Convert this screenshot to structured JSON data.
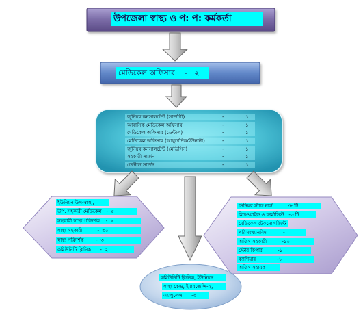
{
  "title_box": {
    "text": "উপজেলা স্বাস্থ্য ও প: প: কর্মকর্তা"
  },
  "medical_officer_box": {
    "text": "মেডিকেল অফিসার    -   ২"
  },
  "staff_box": {
    "rows": [
      {
        "label": "জুনিয়র কনসালটেন্ট (সার্জারী)",
        "dash": "-",
        "count": "১"
      },
      {
        "label": "আবাসিক মেডিকেল অফিসার",
        "dash": "-",
        "count": "১"
      },
      {
        "label": "মেডিকেল অফিসার (ডেন্টাল)",
        "dash": "-",
        "count": "১"
      },
      {
        "label": "মেডিকেল অফিসার (আয়ুর্বেদিক/ইউনানী)",
        "dash": "-",
        "count": "১"
      },
      {
        "label": "জুনিয়র কনসালটেন্ট (মেডিসিন)",
        "dash": "-",
        "count": "১"
      },
      {
        "label": "সহকারী সার্জন",
        "dash": "-",
        "count": "১"
      },
      {
        "label": "ডেন্টাল সার্জন",
        "dash": "-",
        "count": "১"
      }
    ]
  },
  "left_hexagon": {
    "lines": [
      "ইউনিয়ন উপ-স্বাস্থ্য,",
      "উপ. সহকারী মেডিকেল   -  ৫",
      "সহকারী স্বাস্থ্য পরিদর্শক    -  ৯",
      "স্বাস্থ্য সহকারী          -  ৩০",
      "স্বাস্থ্য পরিদর্শক        -  ৩",
      "কমিউনিটি ক্লিনিক      -  ২"
    ]
  },
  "right_hexagon": {
    "lines": [
      "সিনিয়র স্টাফ নার্স          -৮ টি",
      "মিডওয়াইফ ও ফার্মাসিস্ট   -৩ টি",
      "মেডিকেল টেকনোলজিস্ট  -",
      "পরিসংখ্যানবিদ           -",
      "অফিস সহকারী          -১০",
      "স্টোর কিপার          -১",
      "ক্যাশিয়ার              -১",
      "অফিস সহায়ক"
    ]
  },
  "bottom_ellipse": {
    "lines": [
      "কমিউনিটি ক্লিনিক, ইউনিয়ন",
      "স্বাস্থ্য কেন্দ্র, ইমারজেন্সি-২,",
      "অ্যাম্বুলেন্স      -৩"
    ]
  },
  "colors": {
    "highlight": "#00ffff",
    "title_box": "#6e5f9c",
    "officer_box": "#5a7fc2",
    "staff_box": "#3bb4cc",
    "side_boxes": "#c4b9df",
    "ellipse": "#b3cbe6",
    "arrows": "#bdbdbd",
    "text": "#140a4a"
  }
}
